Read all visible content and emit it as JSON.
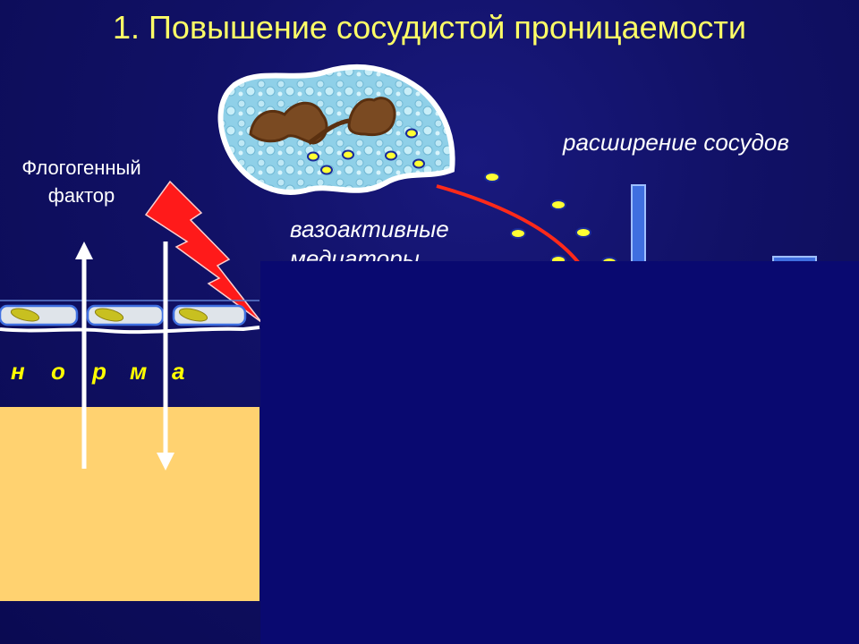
{
  "title": "1. Повышение сосудистой проницаемости",
  "labels": {
    "phlogogenic_line1": "Флогогенный",
    "phlogogenic_line2": "фактор",
    "vasodilation": "расширение сосудов",
    "vasoactive_line1": "вазоактивные",
    "vasoactive_line2": "медиаторы"
  },
  "norma_letters": [
    "н",
    "о",
    "р",
    "м",
    "а"
  ],
  "colors": {
    "background": "#111166",
    "title": "#ffff66",
    "norma_text": "#ffff00",
    "tissue": "#ffd270",
    "lightning": "#ff1a1a",
    "mediator_granule": "#ffff33",
    "vessel_bar": "#3f6fe0",
    "mast_cell": "#8fd0e8",
    "mediator_path": "#ff2a1a"
  },
  "icons": {
    "mast_cell": "mast-cell-icon",
    "lightning": "lightning-icon",
    "arrow_up": "arrow-up-icon",
    "arrow_down": "arrow-down-icon",
    "endothelial_cell": "endothelial-cell-icon"
  }
}
